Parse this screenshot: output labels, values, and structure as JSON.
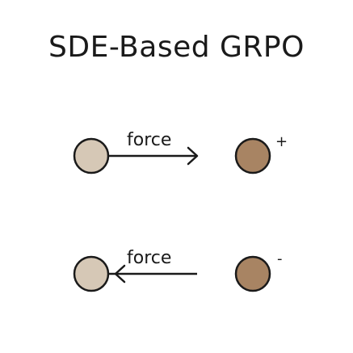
{
  "title": "SDE-Based GRPO",
  "colors": {
    "light_particle": "#d6c8b6",
    "dark_particle": "#a88463",
    "stroke": "#1a1a1a"
  },
  "rows": [
    {
      "force_label": "force",
      "direction": "right",
      "sign": "+"
    },
    {
      "force_label": "force",
      "direction": "left",
      "sign": "-"
    }
  ]
}
